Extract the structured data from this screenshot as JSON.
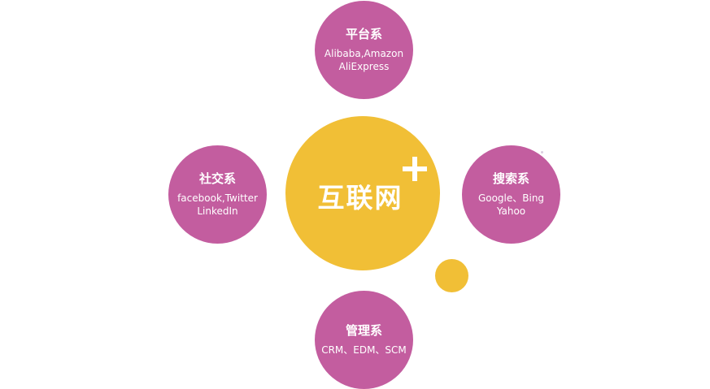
{
  "colors": {
    "satellite": "#c35d9f",
    "center": "#f1bf36",
    "text": "#ffffff"
  },
  "center": {
    "title": "互联网",
    "icon": "plus-icon"
  },
  "satellites": {
    "top": {
      "title": "平台系",
      "lines": [
        "Alibaba,Amazon",
        "AliExpress"
      ]
    },
    "left": {
      "title": "社交系",
      "lines": [
        "facebook,Twitter",
        "LinkedIn"
      ]
    },
    "right": {
      "title": "搜索系",
      "lines": [
        "Google、Bing",
        "Yahoo"
      ]
    },
    "bottom": {
      "title": "管理系",
      "lines": [
        "CRM、EDM、SCM"
      ]
    }
  }
}
